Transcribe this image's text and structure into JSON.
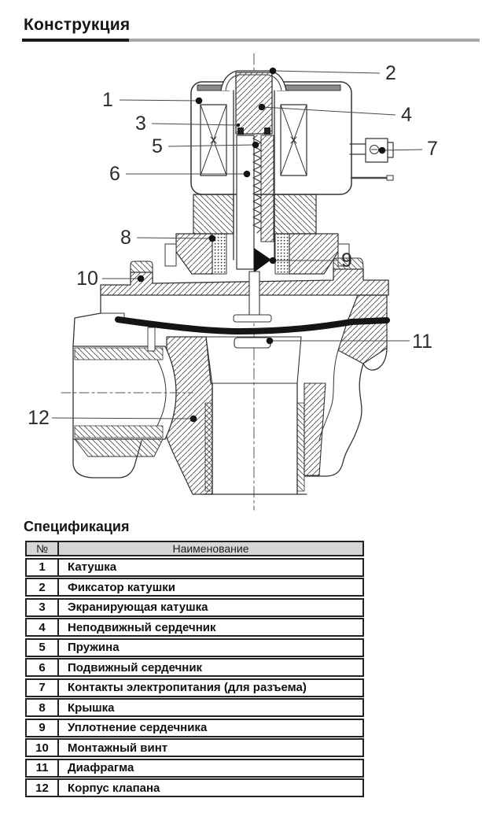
{
  "title": "Конструкция",
  "colors": {
    "rule_black": "#1b1b1b",
    "rule_gray": "#a8a8a8",
    "table_header_bg": "#d6d6d6",
    "drawing_ink": "#333333",
    "diaphragm_black": "#151515"
  },
  "diagram": {
    "description": "solenoid-pulse-valve-cross-section",
    "callouts": [
      {
        "n": "1",
        "dot": [
          253,
          128
        ],
        "end": [
          152,
          127
        ],
        "label": [
          137,
          127
        ],
        "r": 4.3
      },
      {
        "n": "2",
        "dot": [
          347,
          90
        ],
        "end": [
          483,
          93
        ],
        "label": [
          497,
          93
        ],
        "r": 4.3
      },
      {
        "n": "3",
        "dot": [
          303,
          159
        ],
        "end": [
          193,
          157
        ],
        "label": [
          179,
          157
        ],
        "r": 2.2
      },
      {
        "n": "4",
        "dot": [
          333,
          136
        ],
        "end": [
          503,
          146
        ],
        "label": [
          517,
          146
        ],
        "r": 4.3
      },
      {
        "n": "5",
        "dot": [
          325,
          184
        ],
        "end": [
          214,
          186
        ],
        "label": [
          200,
          186
        ],
        "r": 4.3
      },
      {
        "n": "6",
        "dot": [
          314,
          221
        ],
        "end": [
          160,
          221
        ],
        "label": [
          146,
          221
        ],
        "r": 4.3
      },
      {
        "n": "7",
        "dot": [
          486,
          191
        ],
        "end": [
          537,
          190
        ],
        "label": [
          550,
          189
        ],
        "r": 4.3
      },
      {
        "n": "8",
        "dot": [
          270,
          303
        ],
        "end": [
          174,
          302
        ],
        "label": [
          160,
          302
        ],
        "r": 4.3
      },
      {
        "n": "9",
        "dot": [
          347,
          331
        ],
        "end": [
          428,
          331
        ],
        "label": [
          441,
          331
        ],
        "r": 4.3
      },
      {
        "n": "10",
        "dot": [
          179,
          354
        ],
        "end": [
          130,
          354
        ],
        "label": [
          111,
          354
        ],
        "r": 4.3
      },
      {
        "n": "11",
        "dot": [
          343,
          433
        ],
        "end": [
          521,
          433
        ],
        "label": [
          537,
          434
        ],
        "r": 4.3
      },
      {
        "n": "12",
        "dot": [
          246,
          532
        ],
        "end": [
          66,
          531
        ],
        "label": [
          49,
          531
        ],
        "r": 4.3
      }
    ]
  },
  "spec": {
    "title": "Спецификация",
    "columns": [
      "№",
      "Наименование"
    ],
    "rows": [
      {
        "num": "1",
        "name": "Катушка"
      },
      {
        "num": "2",
        "name": "Фиксатор катушки"
      },
      {
        "num": "3",
        "name": "Экранирующая катушка"
      },
      {
        "num": "4",
        "name": "Неподвижный сердечник"
      },
      {
        "num": "5",
        "name": "Пружина"
      },
      {
        "num": "6",
        "name": "Подвижный сердечник"
      },
      {
        "num": "7",
        "name": "Контакты электропитания (для разъема)"
      },
      {
        "num": "8",
        "name": "Крышка"
      },
      {
        "num": "9",
        "name": "Уплотнение сердечника"
      },
      {
        "num": "10",
        "name": "Монтажный винт"
      },
      {
        "num": "11",
        "name": "Диафрагма"
      },
      {
        "num": "12",
        "name": "Корпус клапана"
      }
    ]
  }
}
